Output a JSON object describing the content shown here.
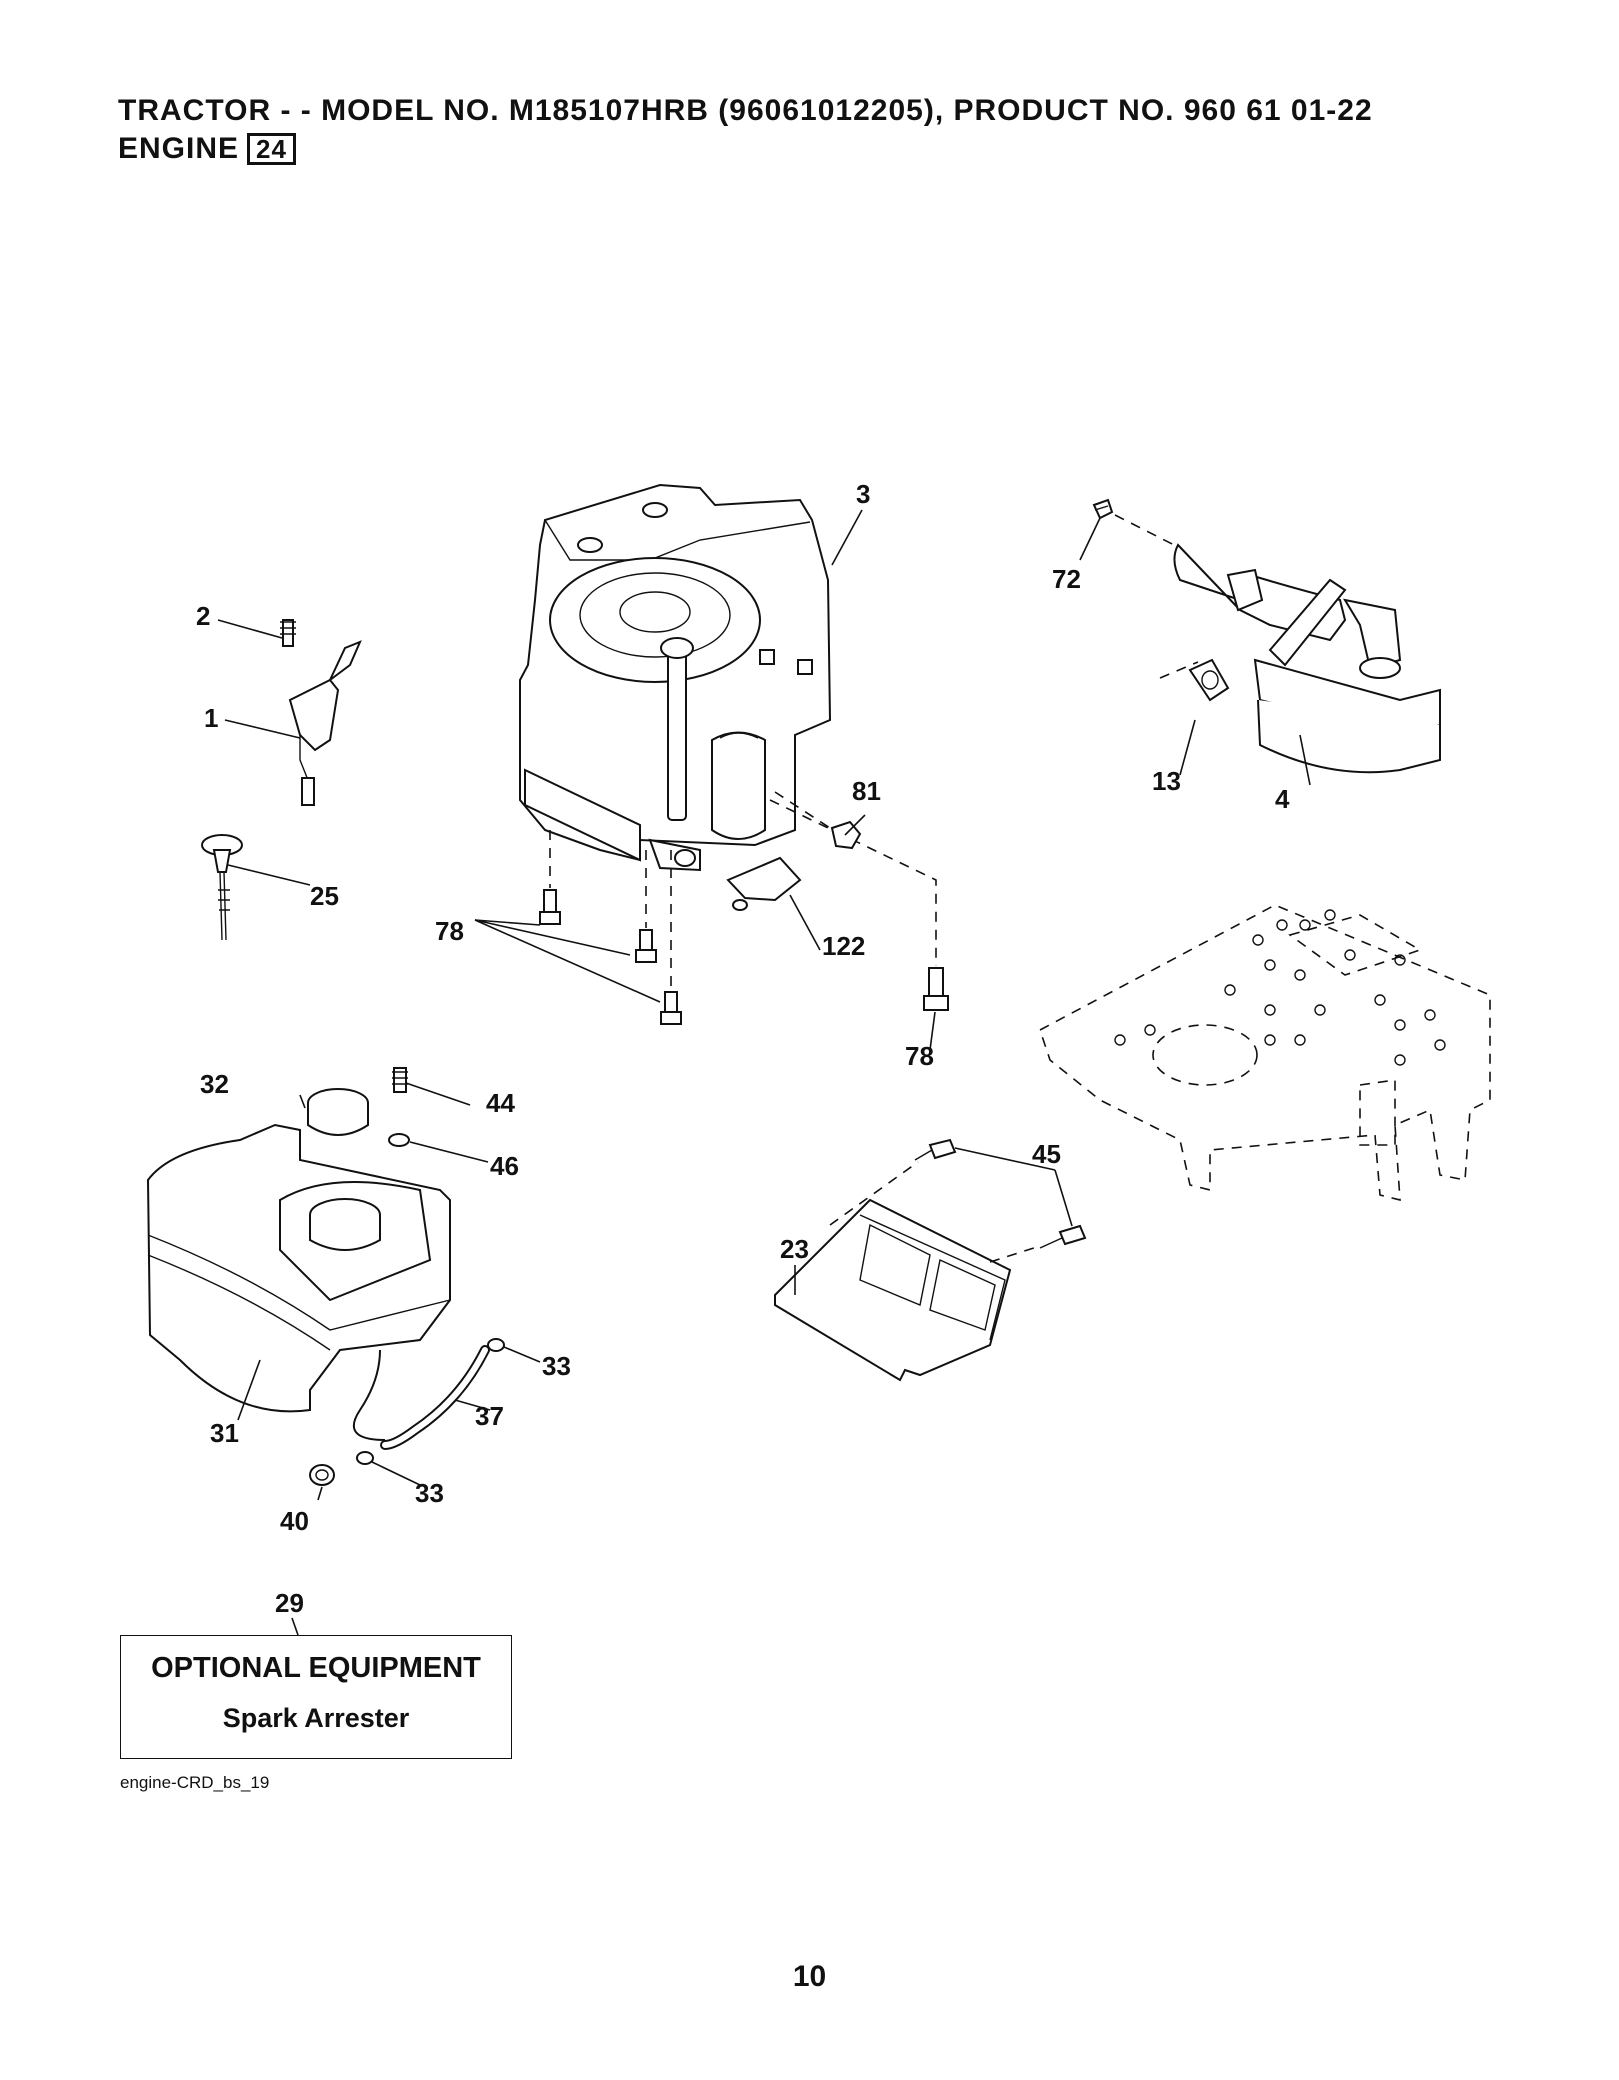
{
  "header": {
    "title_line1": "TRACTOR - - MODEL NO. M185107HRB  (96061012205), PRODUCT NO. 960 61 01-22",
    "title_line2": "ENGINE",
    "section_number": "24"
  },
  "callouts": {
    "c1": "1",
    "c2": "2",
    "c3": "3",
    "c4": "4",
    "c13": "13",
    "c23": "23",
    "c25": "25",
    "c29": "29",
    "c31": "31",
    "c32": "32",
    "c33a": "33",
    "c33b": "33",
    "c37": "37",
    "c40": "40",
    "c44": "44",
    "c45": "45",
    "c46": "46",
    "c72": "72",
    "c78a": "78",
    "c78b": "78",
    "c81": "81",
    "c122": "122"
  },
  "optional_box": {
    "title": "OPTIONAL EQUIPMENT",
    "item": "Spark Arrester"
  },
  "figure_id": "engine-CRD_bs_19",
  "page_number": "10"
}
